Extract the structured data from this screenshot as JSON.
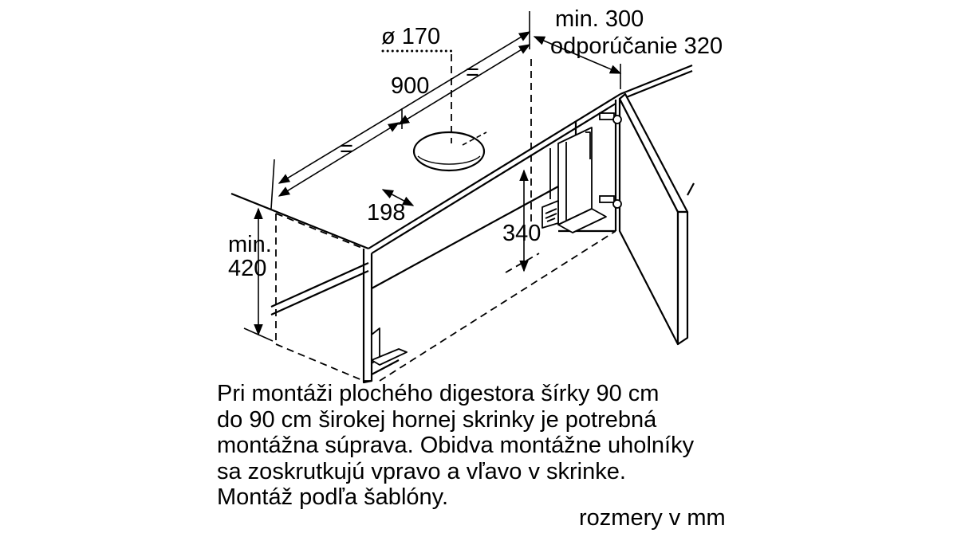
{
  "diagram": {
    "labels": {
      "duct_diameter": "ø 170",
      "width_total": "900",
      "equal_left": "=",
      "equal_right": "=",
      "min_distance": "min. 300",
      "recommended_distance": "odporúčanie 320",
      "duct_offset": "198",
      "min_height_line1": "min.",
      "min_height_line2": "420",
      "inner_height": "340"
    },
    "colors": {
      "line": "#000000",
      "background": "#ffffff"
    }
  },
  "note": {
    "lines": [
      "Pri montáži plochého digestora šírky 90 cm",
      "do 90 cm širokej hornej skrinky je potrebná",
      "montážna súprava. Obidva montážne uholníky",
      "sa zoskrutkujú vpravo a vľavo v skrinke.",
      "Montáž podľa šablóny."
    ],
    "units": "rozmery v mm"
  }
}
